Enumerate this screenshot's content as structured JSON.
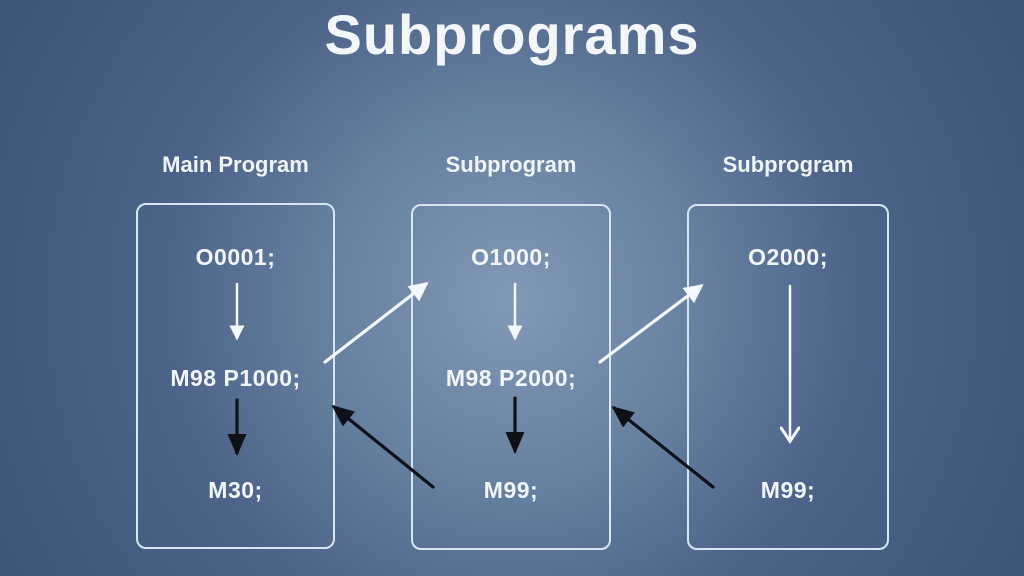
{
  "title": "Subprograms",
  "columns": [
    {
      "label": "Main Program",
      "lines": [
        "O0001;",
        "M98 P1000;",
        "M30;"
      ]
    },
    {
      "label": "Subprogram",
      "lines": [
        "O1000;",
        "M98 P2000;",
        "M99;"
      ]
    },
    {
      "label": "Subprogram",
      "lines": [
        "O2000;",
        "M99;"
      ]
    }
  ],
  "arrows": [
    {
      "type": "sequence",
      "color": "#f4f8fc",
      "within": "Main Program",
      "from": "O0001;",
      "to": "M98 P1000;"
    },
    {
      "type": "sequence",
      "color": "#0e1118",
      "within": "Main Program",
      "from": "M98 P1000;",
      "to": "M30;"
    },
    {
      "type": "call",
      "color": "#f4f8fc",
      "from": "Main Program: M98 P1000;",
      "to": "Subprogram 1: O1000;"
    },
    {
      "type": "return",
      "color": "#0e1118",
      "from": "Subprogram 1: M99;",
      "to": "Main Program: M98 P1000;"
    },
    {
      "type": "sequence",
      "color": "#f4f8fc",
      "within": "Subprogram 1",
      "from": "O1000;",
      "to": "M98 P2000;"
    },
    {
      "type": "sequence",
      "color": "#0e1118",
      "within": "Subprogram 1",
      "from": "M98 P2000;",
      "to": "M99;"
    },
    {
      "type": "call",
      "color": "#f4f8fc",
      "from": "Subprogram 1: M98 P2000;",
      "to": "Subprogram 2: O2000;"
    },
    {
      "type": "return",
      "color": "#0e1118",
      "from": "Subprogram 2: M99;",
      "to": "Subprogram 1: M98 P2000;"
    },
    {
      "type": "sequence",
      "color": "#f4f8fc",
      "within": "Subprogram 2",
      "from": "O2000;",
      "to": "M99;"
    }
  ],
  "colors": {
    "background_center": "#8299b6",
    "background_edge": "#3c5478",
    "box_border": "#d9e5f0",
    "text": "#f2f6fa",
    "arrow_white": "#f4f8fc",
    "arrow_black": "#0e1118"
  }
}
